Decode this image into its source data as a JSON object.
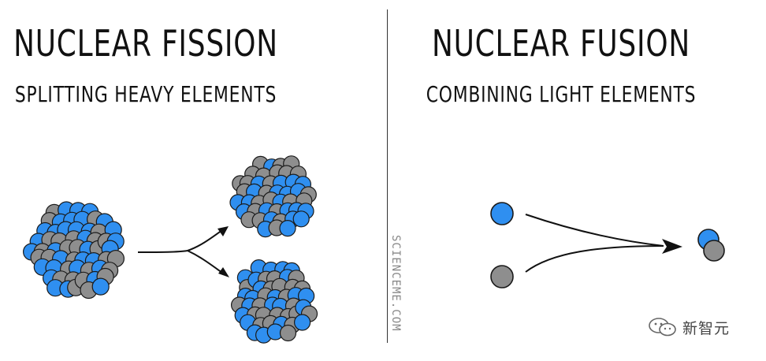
{
  "left": {
    "title": "NUCLEAR FISSION",
    "subtitle": "SPLITTING HEAVY ELEMENTS"
  },
  "right": {
    "title": "NUCLEAR FUSION",
    "subtitle": "COMBINING LIGHT ELEMENTS"
  },
  "watermark": "SCIENCEME.COM",
  "logo_text": "新智元",
  "colors": {
    "blue_particle": "#2f8ff0",
    "gray_particle": "#8e8e8e",
    "outline": "#1a1a1a",
    "line": "#111111"
  }
}
